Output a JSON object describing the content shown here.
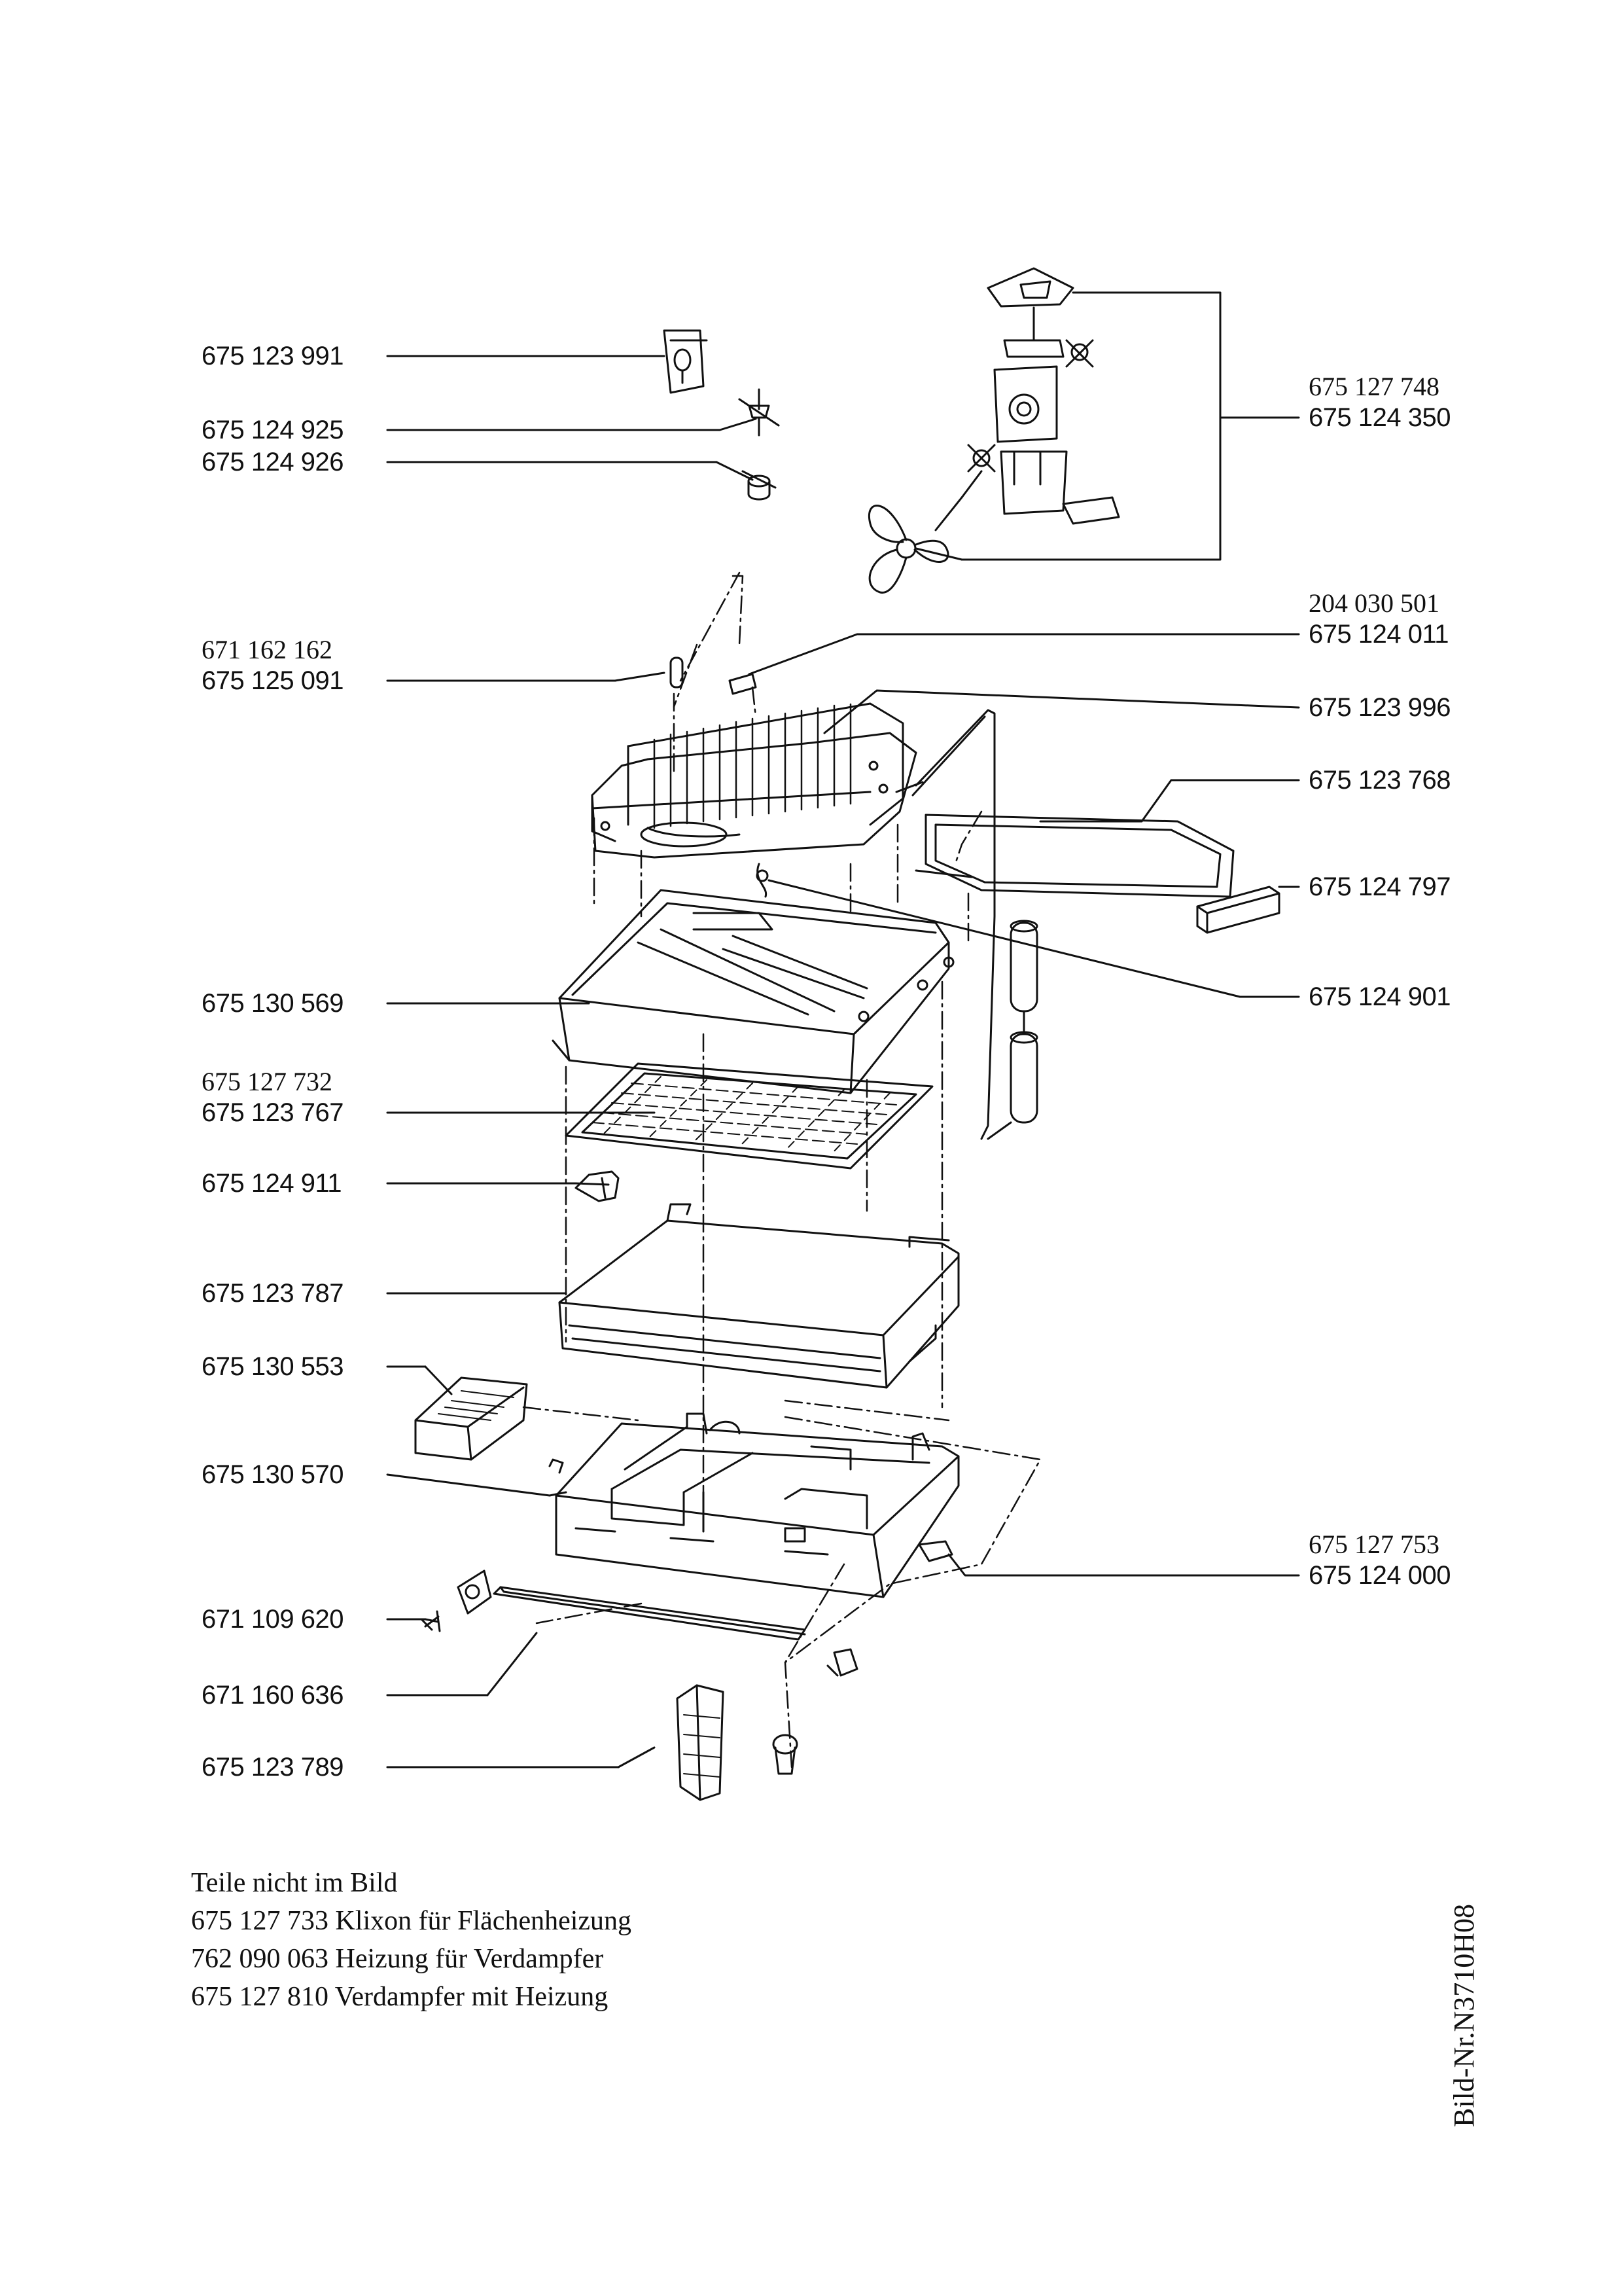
{
  "callouts_left": [
    {
      "id": "675-123-991",
      "lines": [
        "675 123 991"
      ]
    },
    {
      "id": "675-124-925",
      "lines": [
        "675 124 925"
      ]
    },
    {
      "id": "675-124-926",
      "lines": [
        "675 124 926"
      ]
    },
    {
      "id": "675-125-091",
      "lines": [
        "671 162 162",
        "675 125 091"
      ]
    },
    {
      "id": "675-130-569",
      "lines": [
        "675 130 569"
      ]
    },
    {
      "id": "675-123-767",
      "lines": [
        "675 127 732",
        "675 123 767"
      ]
    },
    {
      "id": "675-124-911",
      "lines": [
        "675 124 911"
      ]
    },
    {
      "id": "675-123-787",
      "lines": [
        "675 123 787"
      ]
    },
    {
      "id": "675-130-553",
      "lines": [
        "675 130 553"
      ]
    },
    {
      "id": "675-130-570",
      "lines": [
        "675 130 570"
      ]
    },
    {
      "id": "671-109-620",
      "lines": [
        "671 109 620"
      ]
    },
    {
      "id": "671-160-636",
      "lines": [
        "671 160 636"
      ]
    },
    {
      "id": "675-123-789",
      "lines": [
        "675 123 789"
      ]
    }
  ],
  "callouts_right": [
    {
      "id": "675-124-350",
      "lines": [
        "675 127 748",
        "675 124 350"
      ]
    },
    {
      "id": "675-124-011",
      "lines": [
        "204 030 501",
        "675 124 011"
      ]
    },
    {
      "id": "675-123-996",
      "lines": [
        "675 123 996"
      ]
    },
    {
      "id": "675-123-768",
      "lines": [
        "675 123 768"
      ]
    },
    {
      "id": "675-124-797",
      "lines": [
        "675 124 797"
      ]
    },
    {
      "id": "675-124-901",
      "lines": [
        "675 124 901"
      ]
    },
    {
      "id": "675-124-000",
      "lines": [
        "675 127 753",
        "675 124 000"
      ]
    }
  ],
  "notes": {
    "heading": "Teile nicht im Bild",
    "items": [
      "675 127 733 Klixon für Flächenheizung",
      "762 090 063 Heizung für Verdampfer",
      "675 127 810 Verdampfer mit Heizung"
    ]
  },
  "bild_nr": "Bild-Nr.N3710H08"
}
